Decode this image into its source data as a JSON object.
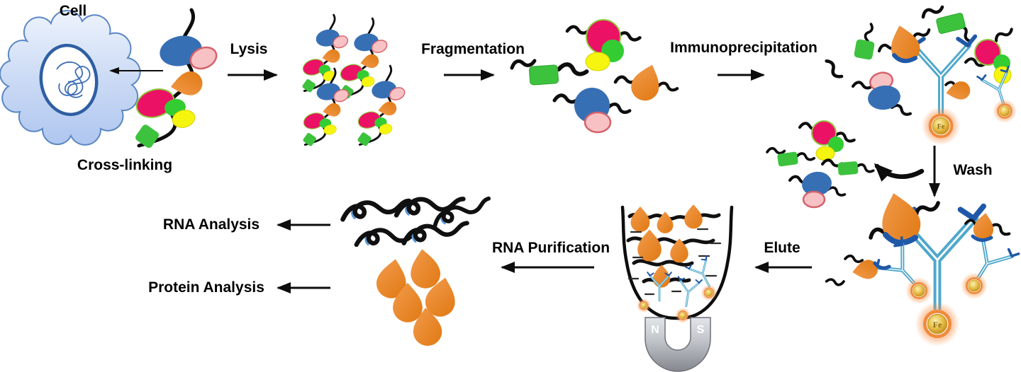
{
  "diagram": {
    "labels": {
      "cell": "Cell",
      "cross_linking": "Cross-linking",
      "lysis": "Lysis",
      "fragmentation": "Fragmentation",
      "immunoprecipitation": "Immunoprecipitation",
      "wash": "Wash",
      "elute": "Elute",
      "rna_purification": "RNA Purification",
      "rna_analysis": "RNA Analysis",
      "protein_analysis": "Protein Analysis"
    },
    "magnet": {
      "north_label": "N",
      "south_label": "S"
    },
    "bead_label": "Fe",
    "colors": {
      "cell_fill_top": "#EAF1FC",
      "cell_fill_bottom": "#AFC6EF",
      "cell_border": "#4A7CC7",
      "rna": "#0D0D0D",
      "protein_blue": "#376FB4",
      "protein_pink": "#F8C2C4",
      "protein_orange": "#E8822B",
      "protein_magenta": "#EB1164",
      "protein_green": "#33CC33",
      "protein_yellow": "#F5F50F",
      "protein_green_square": "#3DC23D",
      "antibody": "#4FA8CC",
      "antibody_tip": "#2058A8",
      "bead_core": "#D4A017",
      "bead_glow": "#F78F46",
      "magnet_gray": "#9DA1A7",
      "text": "#000000"
    }
  }
}
